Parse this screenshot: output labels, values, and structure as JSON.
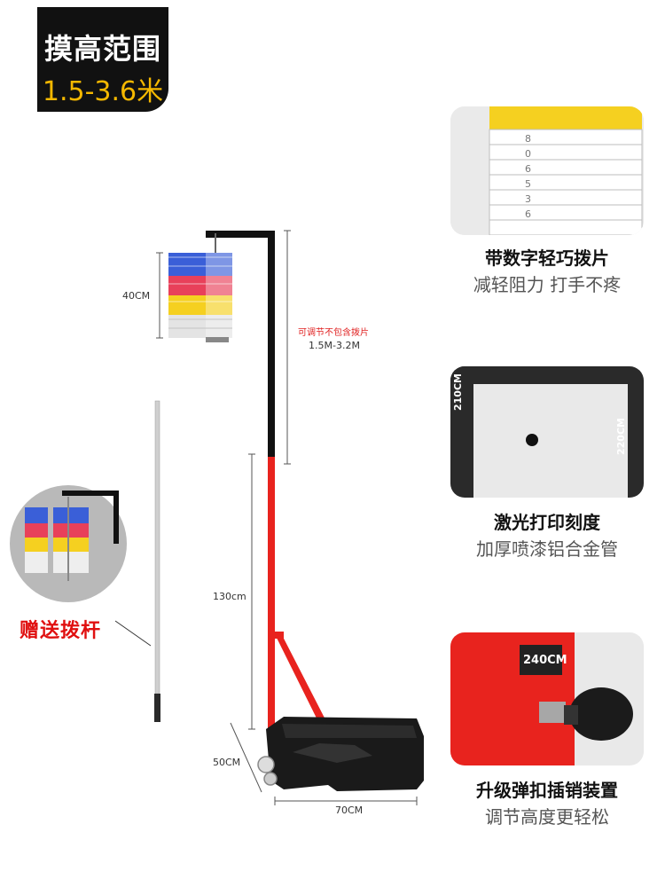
{
  "badge": {
    "title": "摸高范围",
    "range": "1.5-3.6米"
  },
  "dimensions": {
    "flags_height": "40CM",
    "adjustable_note": "可调节不包含拨片",
    "adjustable_range": "1.5M-3.2M",
    "pole_height": "130cm",
    "base_depth": "50CM",
    "base_width": "70CM"
  },
  "gift": {
    "label": "赠送拨杆"
  },
  "features": [
    {
      "title": "带数字轻巧拨片",
      "subtitle": "减轻阻力 打手不疼"
    },
    {
      "title": "激光打印刻度",
      "subtitle": "加厚喷漆铝合金管",
      "scale_marks": [
        "210CM",
        "220CM"
      ]
    },
    {
      "title": "升级弹扣插销装置",
      "subtitle": "调节高度更轻松",
      "scale_mark": "240CM"
    }
  ],
  "colors": {
    "badge_bg": "#111111",
    "badge_accent": "#f5b800",
    "pole_red": "#e8231e",
    "pole_black": "#111111",
    "gift_red": "#e01010"
  }
}
